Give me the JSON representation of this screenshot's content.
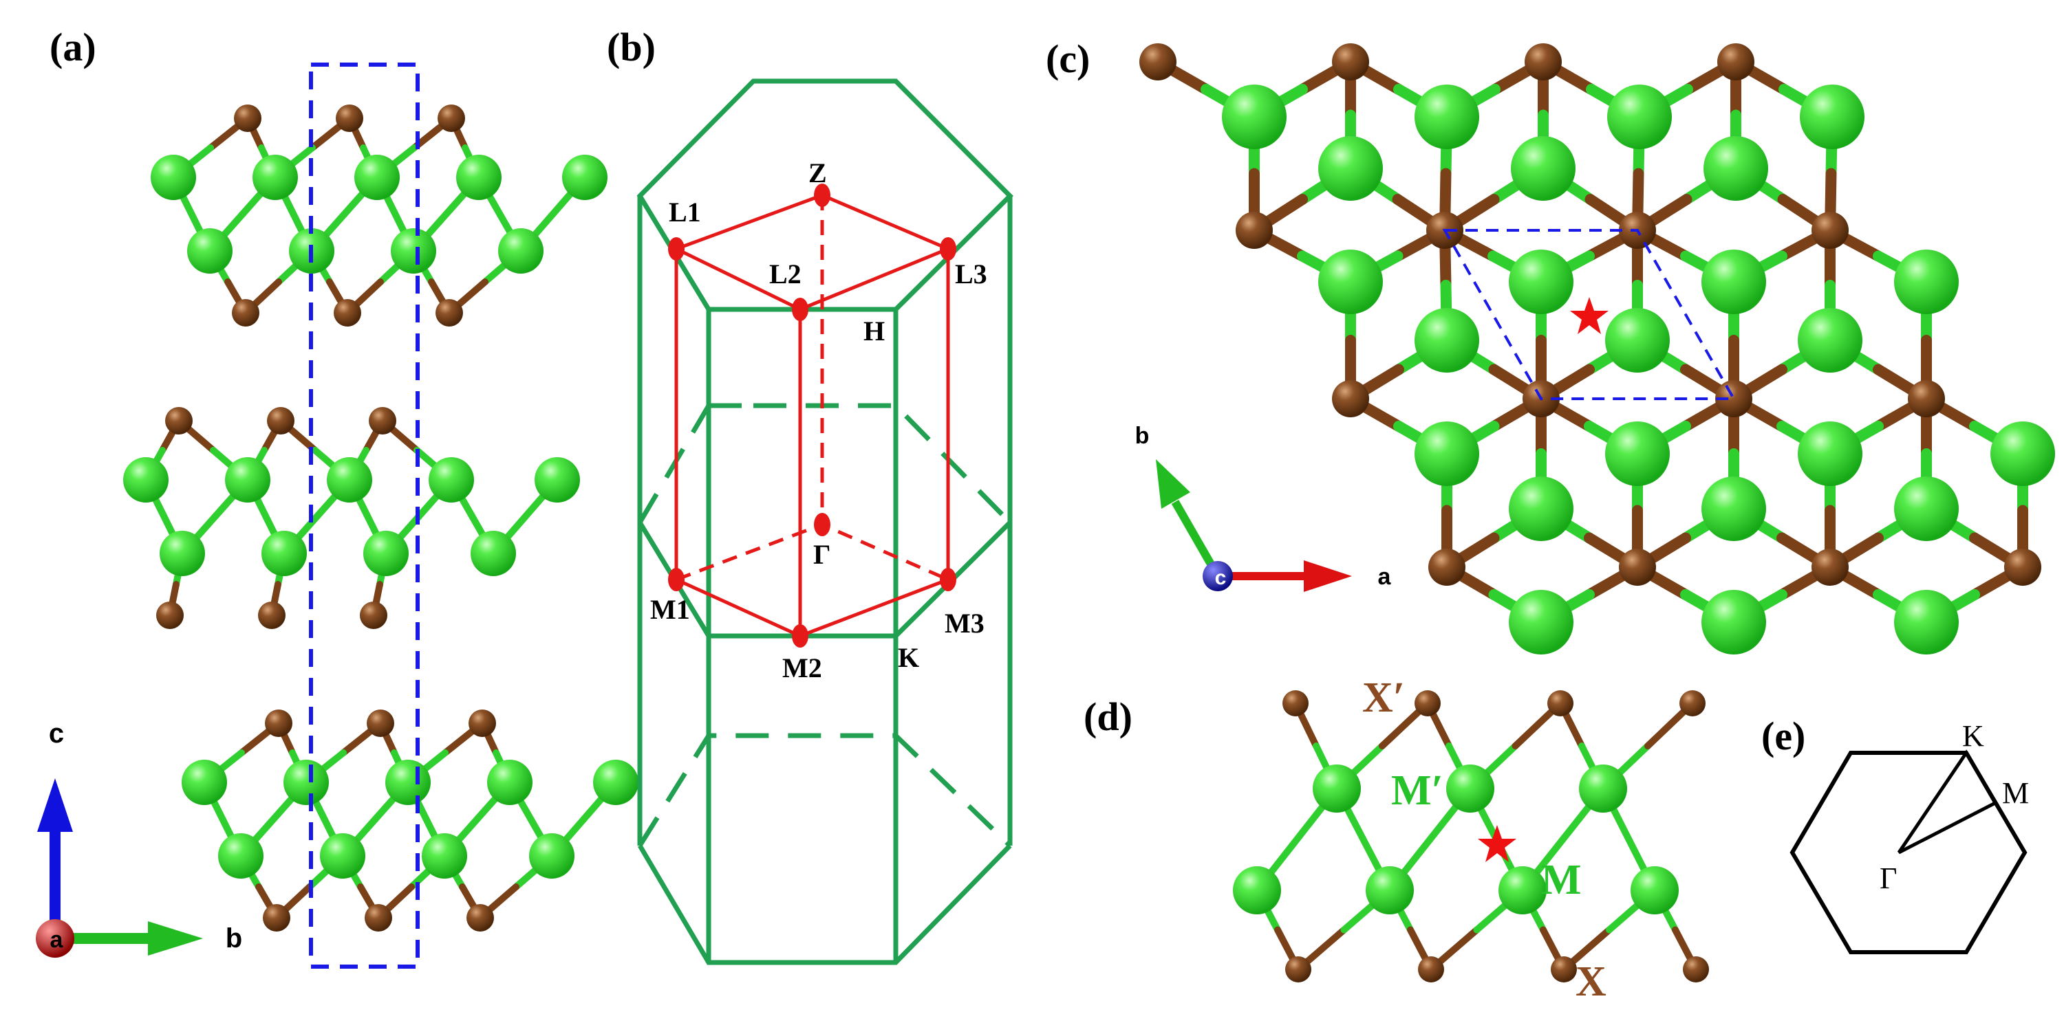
{
  "panels": {
    "a": {
      "label": "(a)",
      "axes": {
        "c": "c",
        "b": "b",
        "a": "a"
      }
    },
    "b": {
      "label": "(b)",
      "points": {
        "Z": "Z",
        "L1": "L1",
        "L2": "L2",
        "L3": "L3",
        "H": "H",
        "Gamma": "Γ",
        "M1": "M1",
        "M2": "M2",
        "M3": "M3",
        "K": "K"
      }
    },
    "c": {
      "label": "(c)",
      "axes": {
        "b": "b",
        "a": "a",
        "c": "c"
      }
    },
    "d": {
      "label": "(d)",
      "sites": {
        "Xp": "X′",
        "Mp": "M′",
        "M": "M",
        "X": "X"
      }
    },
    "e": {
      "label": "(e)",
      "points": {
        "K": "K",
        "M": "M",
        "Gamma": "Γ"
      }
    }
  },
  "colors": {
    "metal_atom": "#3ad83a",
    "chalcogen_atom": "#8b4a1f",
    "unit_cell": "#1a1ae6",
    "bz_outline": "#20a050",
    "high_symmetry_path": "#e61919",
    "star": "#ee1111",
    "axis_a": "#dd1111",
    "axis_b": "#11bb11",
    "axis_c": "#1111dd"
  },
  "icons": [
    "star-icon",
    "axis-arrow-icon"
  ]
}
